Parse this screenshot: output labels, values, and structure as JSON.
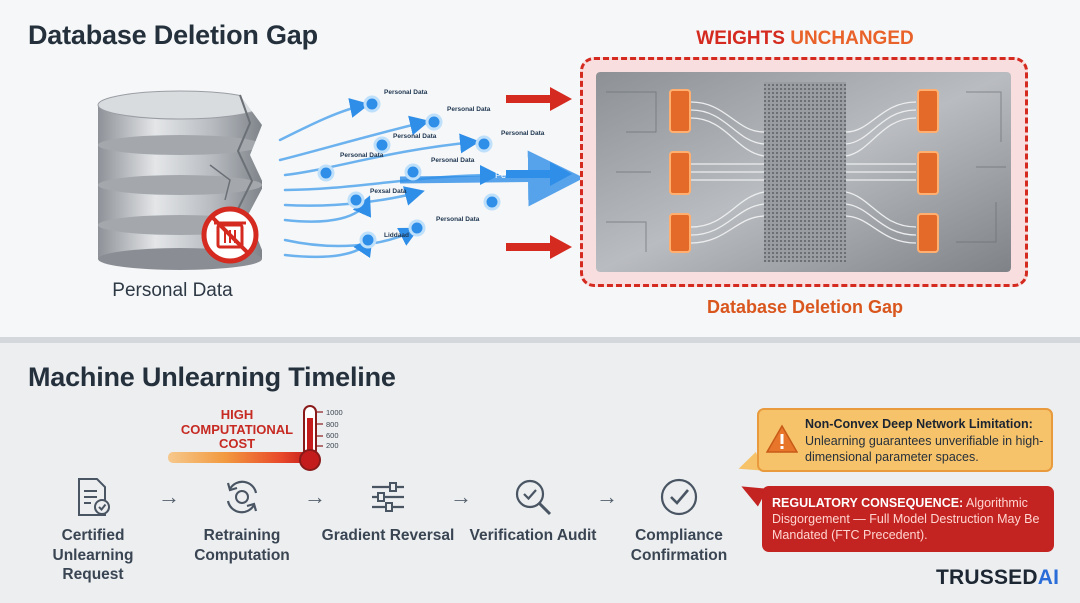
{
  "top": {
    "title": "Database Deletion Gap",
    "database_label": "Personal Data",
    "flow_labels": [
      "Personal Data",
      "Personal Data",
      "Personal Data",
      "Personal Data",
      "Personal Data",
      "Personal Data",
      "Pexsal Data",
      "Personal Data",
      "Liddaad"
    ],
    "flow_big_label": "Personal Data",
    "weights_title": "WEIGHTS",
    "weights_title_accent": "UNCHANGED",
    "chip_caption": "Database Deletion Gap",
    "icons": [
      "database-icon",
      "trash-prohibited-icon",
      "data-node-icon",
      "neural-chip-icon"
    ],
    "colors": {
      "alert_red": "#d42a20",
      "accent_orange": "#d9571e",
      "flow_blue": "#2f8ee8"
    }
  },
  "timeline": {
    "title": "Machine Unlearning Timeline",
    "cost_label": "HIGH COMPUTATIONAL COST",
    "thermometer_ticks": [
      "1000",
      "800",
      "600",
      "200"
    ],
    "steps": [
      {
        "label": "Certified Unlearning Request",
        "icon": "certificate-document-icon"
      },
      {
        "label": "Retraining Computation",
        "icon": "refresh-cycle-icon"
      },
      {
        "label": "Gradient Reversal",
        "icon": "sliders-icon"
      },
      {
        "label": "Verification Audit",
        "icon": "magnifier-check-icon"
      },
      {
        "label": "Compliance Confirmation",
        "icon": "check-circle-icon"
      }
    ],
    "arrow_glyph": "→",
    "warning": {
      "title": "Non-Convex Deep Network Limitation:",
      "body": "Unlearning guarantees unverifiable in high-dimensional parameter spaces."
    },
    "regulatory": {
      "title": "REGULATORY CONSEQUENCE:",
      "body": "Algorithmic Disgorgement — Full Model Destruction May Be Mandated (FTC Precedent)."
    }
  },
  "brand": {
    "name": "TRUSSED",
    "mark": "AI"
  }
}
